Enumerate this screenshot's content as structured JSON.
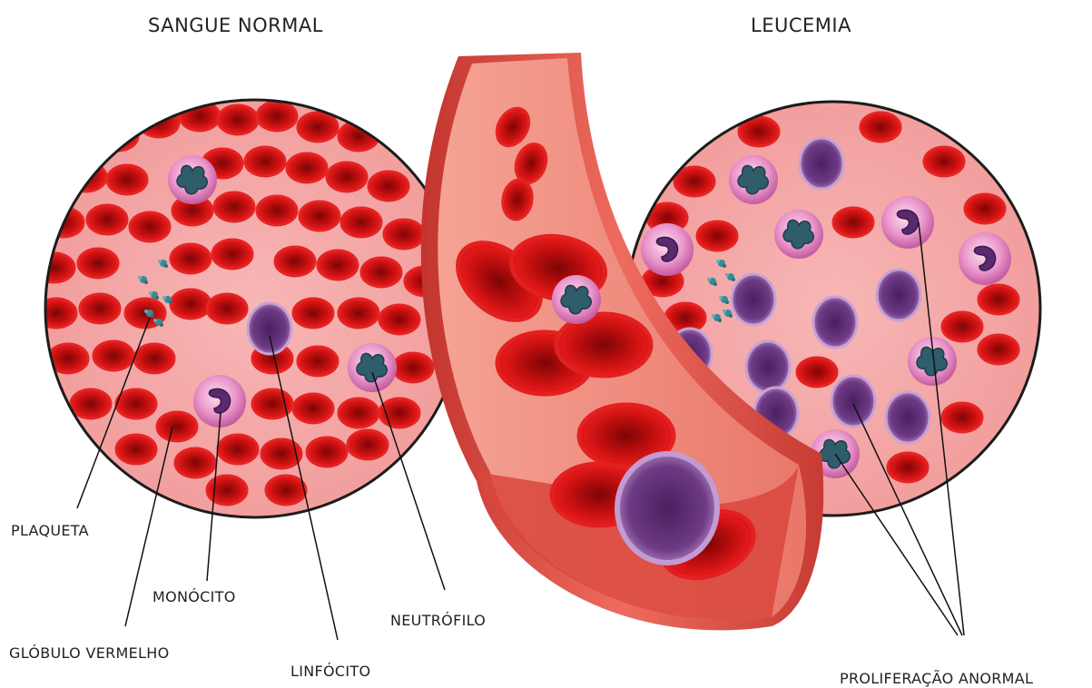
{
  "titles": {
    "normal": "SANGUE NORMAL",
    "leukemia": "LEUCEMIA"
  },
  "labels": {
    "platelet": "PLAQUETA",
    "monocyte": "MONÓCITO",
    "red_cell": "GLÓBULO VERMELHO",
    "lymphocyte": "LINFÓCITO",
    "neutrophil": "NEUTRÓFILO",
    "abnormal": "PROLIFERAÇÃO ANORMAL"
  },
  "colors": {
    "plasma": "#f4a9a8",
    "circle_border": "#1c1c1c",
    "red_cell": "#d41414",
    "red_cell_dark": "#8e0606",
    "white_cell": "#e78bc6",
    "lymphocyte": "#5a2a6e",
    "nucleus": "#2f5d6b",
    "vessel": "#e2574c"
  },
  "icons": {
    "red_cell": "red-blood-cell-icon",
    "neutrophil": "neutrophil-icon",
    "monocyte": "monocyte-icon",
    "lymphocyte": "lymphocyte-icon",
    "platelet": "platelet-icon"
  }
}
